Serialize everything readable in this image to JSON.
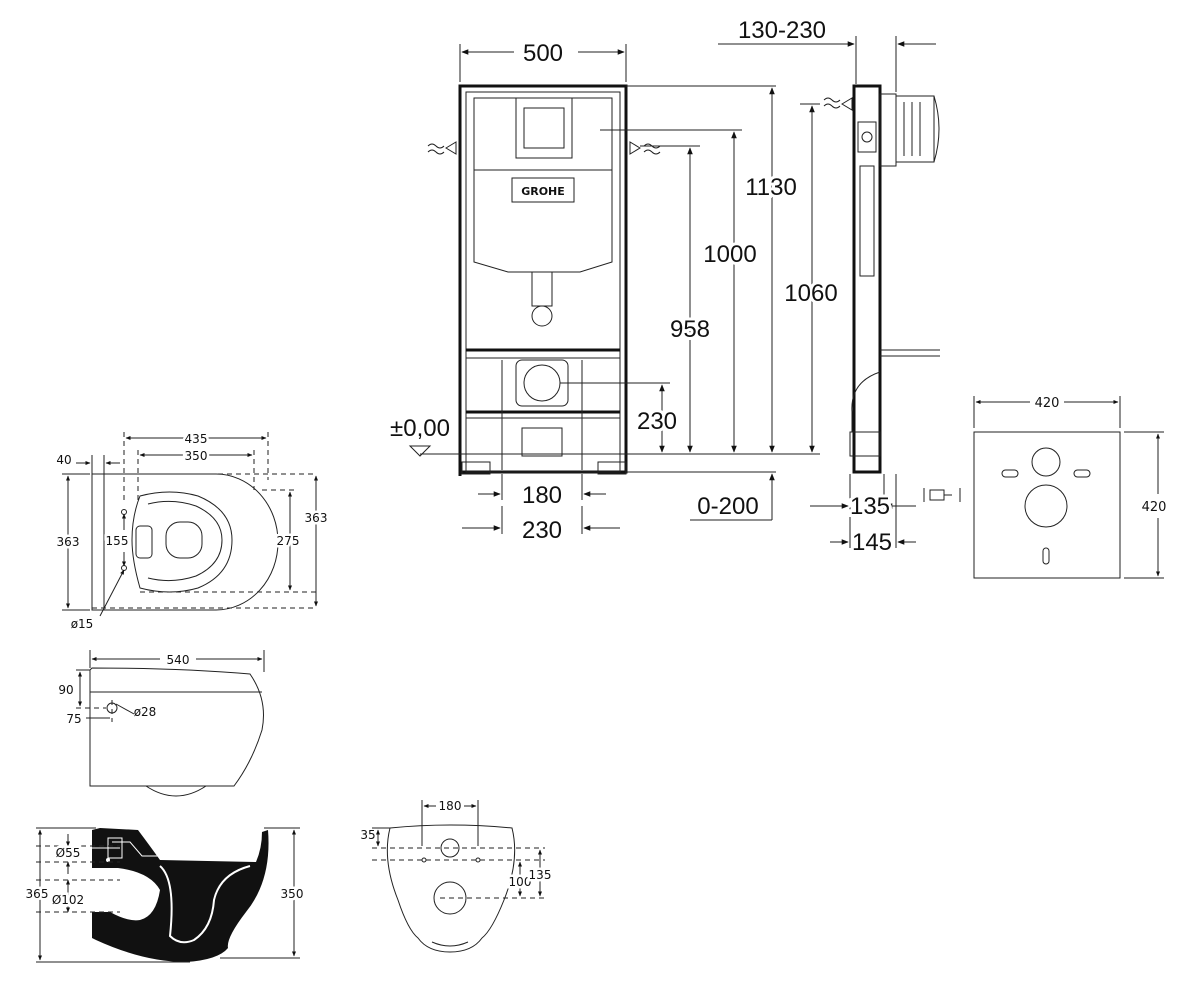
{
  "frame_front": {
    "width": "500",
    "height_total": "1130",
    "height_1000": "1000",
    "height_958": "958",
    "height_230": "230",
    "floor_level": "±0,00",
    "spacing_180": "180",
    "spacing_230": "230",
    "adjust": "0-200",
    "brand": "GROHE"
  },
  "frame_side": {
    "depth": "130-230",
    "height_1060": "1060",
    "d135": "135",
    "d145": "145"
  },
  "soundproof_plate": {
    "width": "420",
    "height": "420"
  },
  "bowl_top": {
    "d435": "435",
    "d350": "350",
    "d40": "40",
    "d363_left": "363",
    "d363_right": "363",
    "d155": "155",
    "d275": "275",
    "d15": "ø15"
  },
  "bowl_side": {
    "d540": "540",
    "d90": "90",
    "d75": "75",
    "d28": "ø28"
  },
  "bowl_section": {
    "d55": "Ø55",
    "d102": "Ø102",
    "d365": "365",
    "d350": "350"
  },
  "bowl_rear": {
    "d180": "180",
    "d35": "35",
    "d100": "100",
    "d135": "135"
  }
}
